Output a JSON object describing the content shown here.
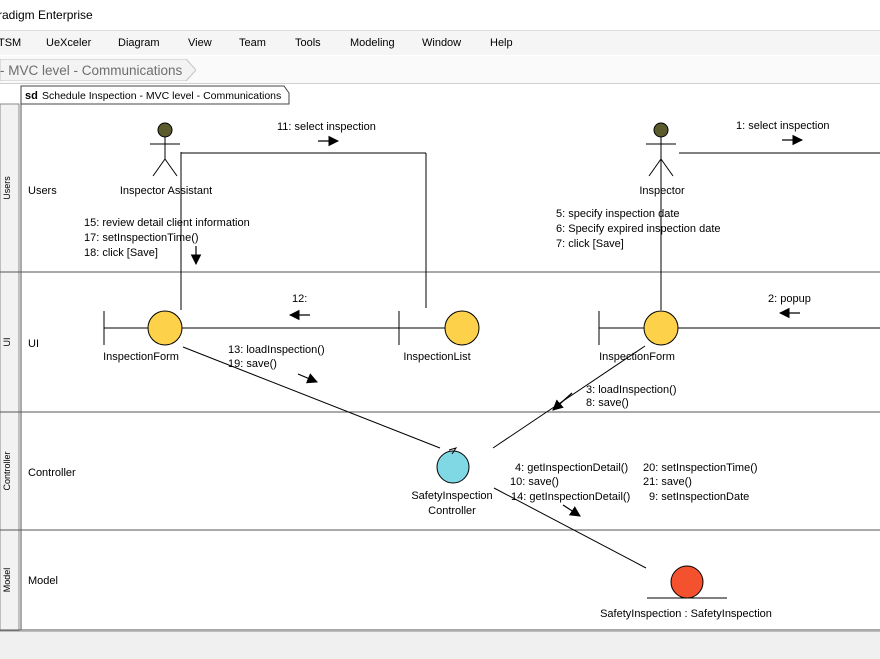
{
  "app": {
    "title": "radigm Enterprise"
  },
  "menu": [
    "TSM",
    "UeXceler",
    "Diagram",
    "View",
    "Team",
    "Tools",
    "Modeling",
    "Window",
    "Help"
  ],
  "breadcrumb": {
    "label": "- MVC level - Communications"
  },
  "diagram": {
    "frame_kind": "sd",
    "frame_title": "Schedule Inspection - MVC level - Communications",
    "lanes": {
      "users": "Users",
      "ui": "UI",
      "controller": "Controller",
      "model": "Model"
    },
    "actors": {
      "assistant": "Inspector Assistant",
      "inspector": "Inspector"
    },
    "boundaries": {
      "form_left": "InspectionForm",
      "list": "InspectionList",
      "form_right": "InspectionForm"
    },
    "control": {
      "line1": "SafetyInspection",
      "line2": "Controller"
    },
    "entity": "SafetyInspection : SafetyInspection",
    "messages": {
      "m11": "11: select inspection",
      "m1": "1: select inspection",
      "m15": "15: review detail client information",
      "m17": "17: setInspectionTime()",
      "m18": "18: click [Save]",
      "m5": "5: specify inspection date",
      "m6": "6: Specify expired inspection date",
      "m7": "7: click [Save]",
      "m12": "12:",
      "m2": "2: popup",
      "m13": "13: loadInspection()",
      "m19": "19: save()",
      "m3": "3: loadInspection()",
      "m8": "8: save()",
      "m4": "4: getInspectionDetail()",
      "m10": "10: save()",
      "m14": "14: getInspectionDetail()",
      "m20": "20: setInspectionTime()",
      "m21": "21: save()",
      "m9": "9: setInspectionDate"
    }
  },
  "colors": {
    "actor_head": "#5b5b2e",
    "boundary": "#fdd24a",
    "control": "#80d8e4",
    "entity": "#f4522e"
  }
}
